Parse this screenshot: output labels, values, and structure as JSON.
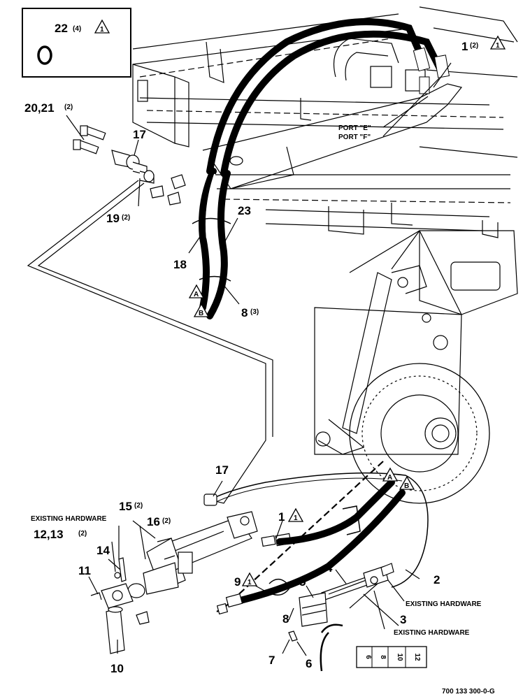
{
  "callouts": {
    "c22": "22",
    "c22_qty": "(4)",
    "c1_top": "1",
    "c1_top_qty": "(2)",
    "c20_21": "20,21",
    "c20_21_qty": "(2)",
    "c17_top": "17",
    "c19": "19",
    "c19_qty": "(2)",
    "c23": "23",
    "c18": "18",
    "c8_top": "8",
    "c8_top_qty": "(3)",
    "c17_bottom": "17",
    "c15": "15",
    "c15_qty": "(2)",
    "c16": "16",
    "c16_qty": "(2)",
    "c1_bottom": "1",
    "c12_13": "12,13",
    "c12_13_qty": "(2)",
    "c14": "14",
    "c11": "11",
    "c10": "10",
    "c9": "9",
    "c5": "5",
    "c4": "4",
    "c2": "2",
    "c3": "3",
    "c8_bottom": "8",
    "c7": "7",
    "c6": "6"
  },
  "flags": {
    "revision": "1",
    "connector_a": "A",
    "connector_b": "B"
  },
  "notes": {
    "port_e": "PORT \"E\"",
    "port_f": "PORT \"F\"",
    "existing_hw_left": "EXISTING HARDWARE",
    "existing_hw_right": "EXISTING HARDWARE",
    "existing_hw_bottom": "EXISTING HARDWARE"
  },
  "scale_marks": [
    "6",
    "8",
    "10",
    "12"
  ],
  "drawing_number": "700 133 300-0-G"
}
